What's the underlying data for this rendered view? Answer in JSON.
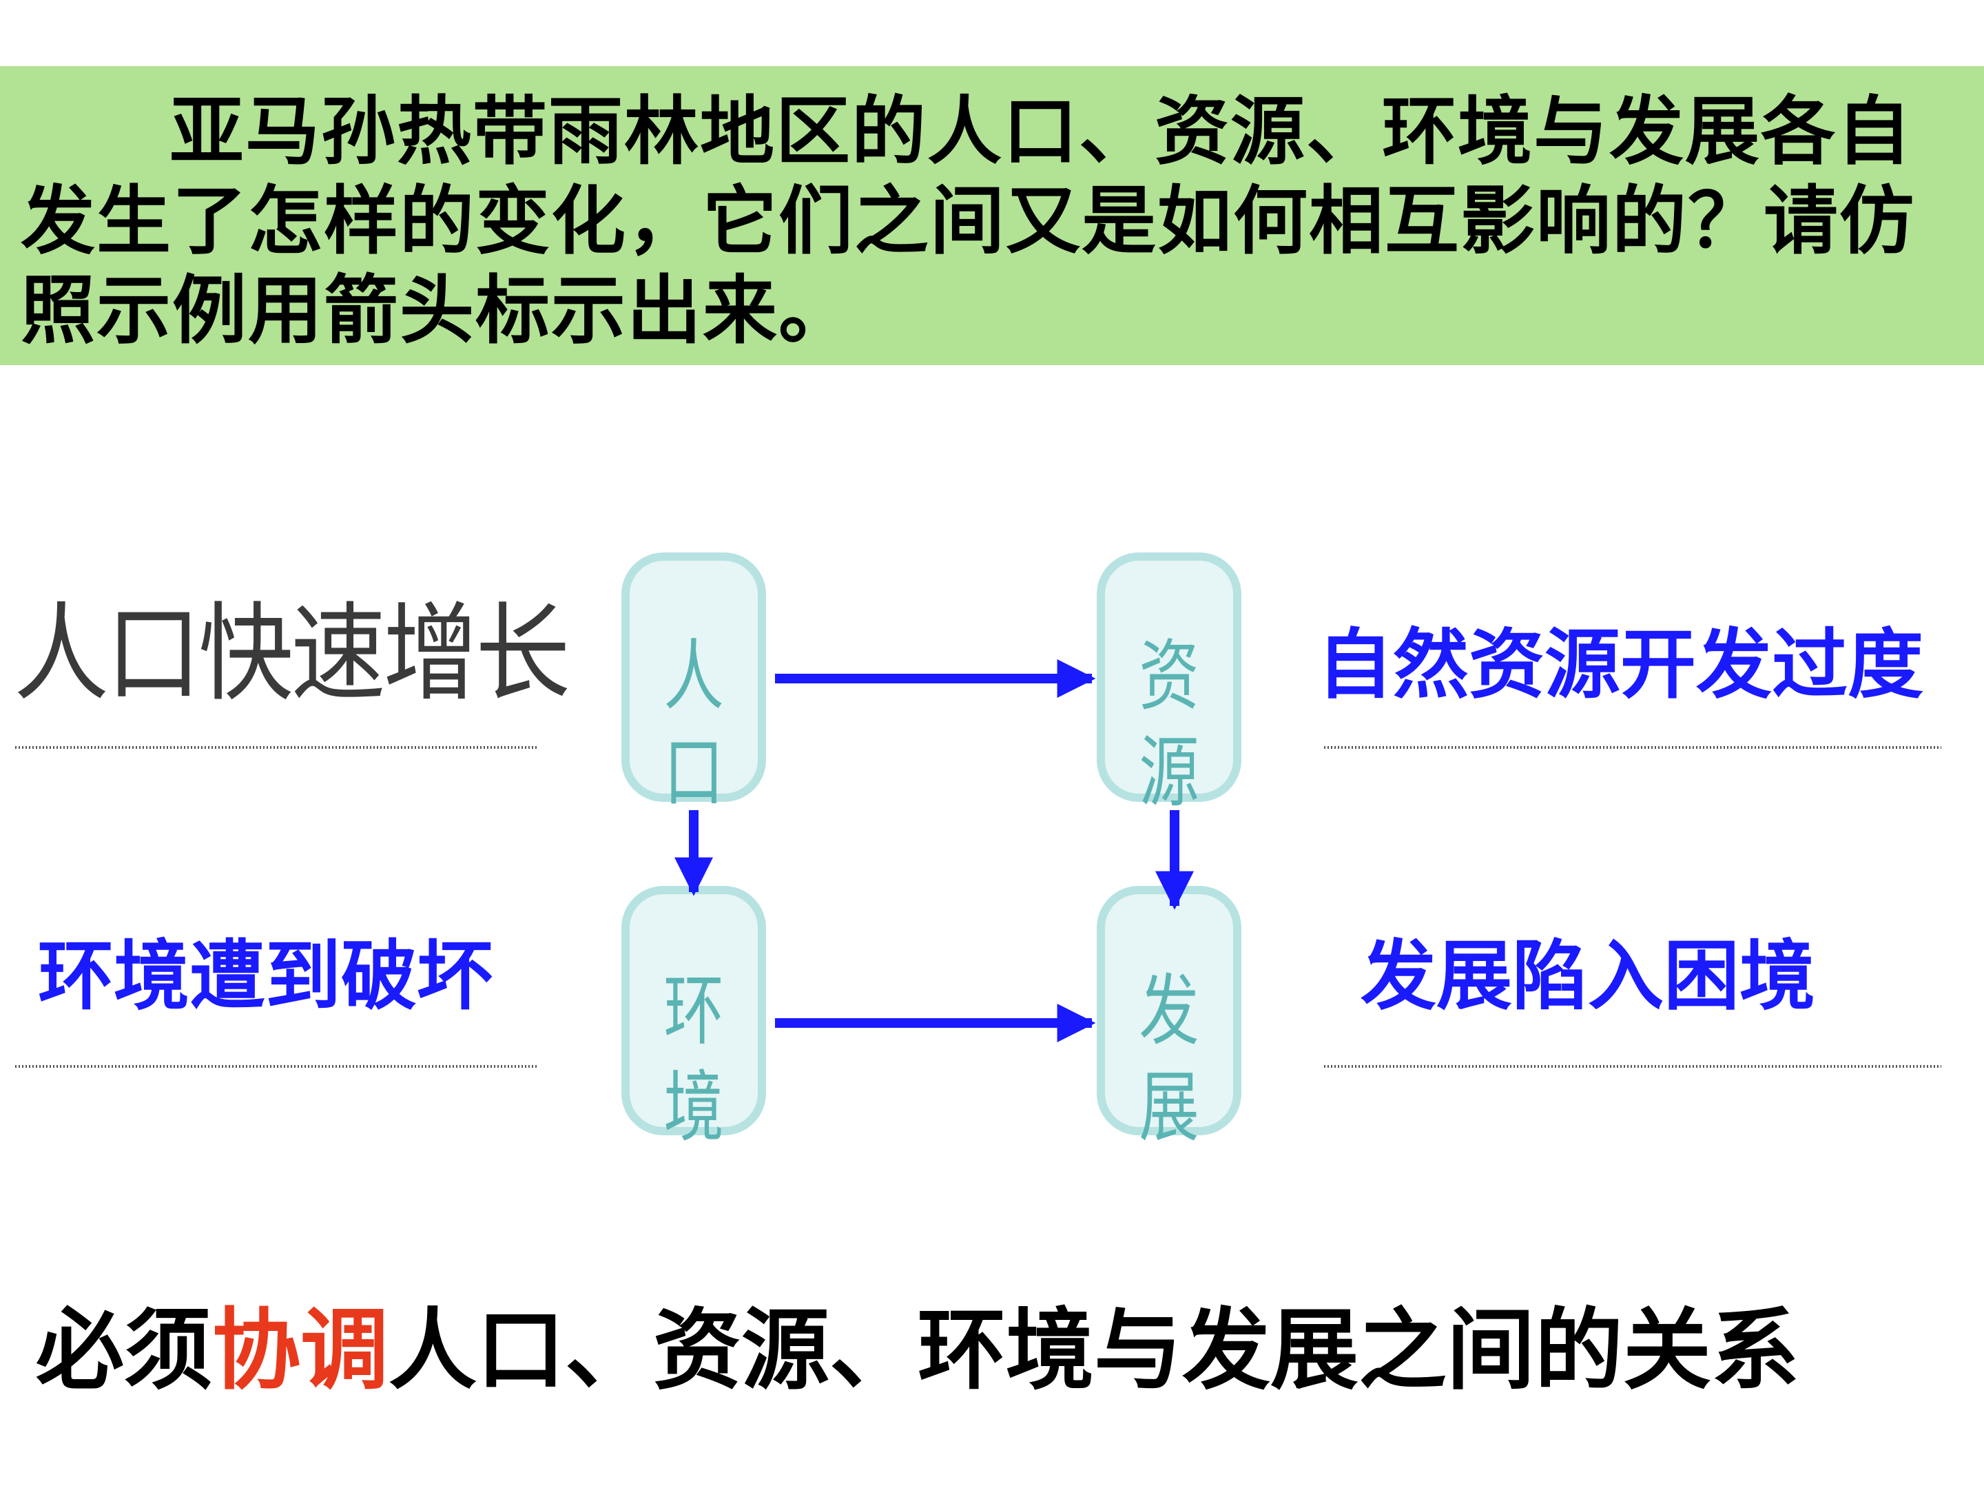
{
  "question": {
    "text": "亚马孙热带雨林地区的人口、资源、环境与发展各自发生了怎样的变化，它们之间又是如何相互影响的？请仿照示例用箭头标示出来。"
  },
  "diagram": {
    "boxes": {
      "population": "人口",
      "resources": "资源",
      "environment": "环境",
      "development": "发展"
    },
    "colors": {
      "arrow": "#1a1aff",
      "box_border": "#b7e2e2",
      "box_fill": "#e6f5f5",
      "box_text": "#5bb4b4"
    }
  },
  "answers": {
    "population": "人口快速增长",
    "resources": "自然资源开发过度",
    "environment": "环境遭到破坏",
    "development": "发展陷入困境"
  },
  "conclusion": {
    "prefix": "必须",
    "highlight": "协调",
    "suffix": "人口、资源、环境与发展之间的关系"
  }
}
